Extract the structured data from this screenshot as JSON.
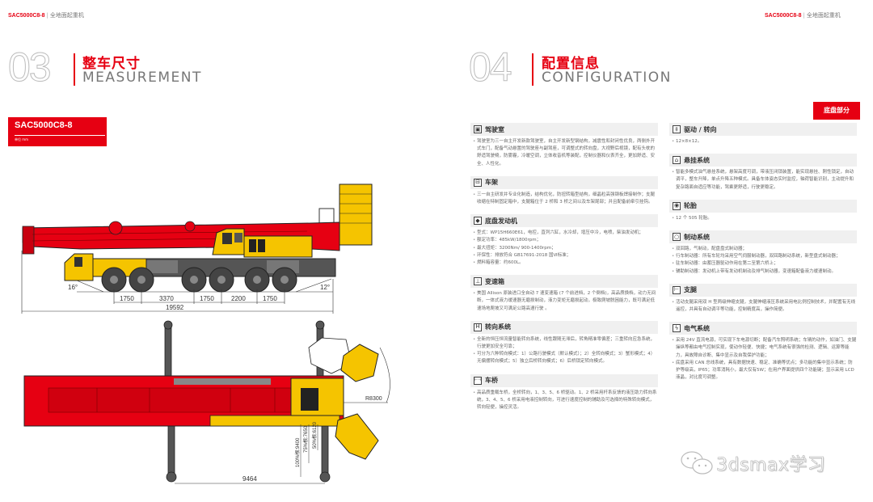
{
  "left_page": {
    "running_header": {
      "model": "SAC5000C8-8",
      "separator": "|",
      "subtitle": "全地面起重机"
    },
    "section": {
      "number": "03",
      "title_cn": "整车尺寸",
      "title_en": "MEASUREMENT"
    },
    "model_box": {
      "name": "SAC5000C8-8",
      "unit": "单位 mm"
    },
    "side_view": {
      "angles": {
        "front": "16°",
        "rear": "12°"
      },
      "axle_spacings": [
        "1750",
        "3370",
        "1750",
        "2200",
        "1750"
      ],
      "overall_length": "19592"
    },
    "top_view": {
      "outrigger_span": "9464",
      "tail_radius": "R8300",
      "outrigger_widths": [
        "100%根:9400",
        "75%根:7650",
        "50%根:6120"
      ]
    }
  },
  "right_page": {
    "running_header": {
      "model": "SAC5000C8-8",
      "separator": "|",
      "subtitle": "全地面起重机"
    },
    "section": {
      "number": "04",
      "title_cn": "配置信息",
      "title_en": "CONFIGURATION"
    },
    "category_tag": "底盘部分",
    "columns": [
      [
        {
          "icon": "cab-icon",
          "glyph": "▣",
          "title": "驾驶室",
          "bullets": [
            "驾驶室为三一自主开发新款驾驶室，自主开发新型钢结构，减震性和封闭性优良，两侧外开式车门，配备气动悬置的驾驶座与副驾座，可调整式的转向盘，大视野后视镜，配有头枕的舒适驾驶椅，防雾霾，冷暖空调，立体收音机等装配，控制仪器和仪表齐全，更加舒适、安全、人性化。"
          ]
        },
        {
          "icon": "frame-icon",
          "glyph": "⊟",
          "title": "车架",
          "bullets": [
            "三一自主研发并专业化制造，结构优化，防扭转箱型结构，细晶粒高强钢板焊接制作；支腿收缩在特制固定箱中，支腿箱位于 2 桥和 3 桥之间以及车架尾部；并且配备前牵引挂钩。"
          ]
        },
        {
          "icon": "engine-icon",
          "glyph": "◆",
          "title": "底盘发动机",
          "bullets": [
            "型式：WP15H660E61，电控，直列六缸，水冷却，增压中冷，电喷，柴油发动机；",
            "额定功率：485kW/1800rpm；",
            "最大扭矩：3200Nm/ 900-1400rpm；",
            "环保性：排放符合 GB17691-2018 国Ⅵ标准；",
            "燃料箱容量：约600L。"
          ]
        },
        {
          "icon": "gearbox-icon",
          "glyph": "⊥",
          "title": "变速箱",
          "bullets": [
            "美国 Allison 原装进口全自动 7 速变速箱 (7 个前进档，2 个倒档)，高品质换档，动力无间断，一体式液力缓速器无磨损制动，液力变矩无磨损起动，极致爬坡脱困能力，既可满足低速场地爬坡又可满足公路高速行驶 。"
          ]
        },
        {
          "icon": "steering-icon",
          "glyph": "H",
          "title": "转向系统",
          "bullets": [
            "全新的恒压恒流量智能转向系统，线性跟随无滞后，转角精准零偏差；三重转向应急系统，行驶更加安全可靠；",
            "可分为六种转向模式：1）公路行驶模式（默认模式）；2）全转向模式；3）蟹形模式；4）无偏摆转向模式；5）独立后桥转向模式；6）后桥锁定转向模式。"
          ]
        },
        {
          "icon": "axle-icon",
          "glyph": "⊢⊣",
          "title": "车桥",
          "bullets": [
            "高品质重载车桥，全桥转向，1、3、5、6 桥驱动。1、2 桥采用杆系反馈的液压助力转向系统，3、4、5、6 桥采用电液控制转向，可进行速度控制的辅助及可选择的特殊转向模式，转向轻便，操控灵活。"
          ]
        }
      ],
      [
        {
          "icon": "drive-icon",
          "glyph": "‡",
          "title": "驱动 / 转向",
          "bullets": [
            "12×8×12。"
          ]
        },
        {
          "icon": "suspension-icon",
          "glyph": "⌂",
          "title": "悬挂系统",
          "bullets": [
            "智能多模式油气悬挂系统，悬架高度可调，带液压闭锁装置，能实现悬挂、刚性锁定，自动调平，整车升降，单点升降五种模式。具备车体姿态实时监控，轴荷智能识别，主动提升和复杂路面自适应等功能，驾乘更舒适，行驶更稳定。"
          ]
        },
        {
          "icon": "tire-icon",
          "glyph": "◉",
          "title": "轮胎",
          "bullets": [
            "12 个 505 轮胎。"
          ]
        },
        {
          "icon": "brake-icon",
          "glyph": "○",
          "title": "制动系统",
          "bullets": [
            "双回路，气制动，配盘盘式制动器；",
            "行车制动器：所有车轮均采用空气伺服制动器，双回路制动系统，新型盘式制动器；",
            "驻车制动器：由蓄压器驱动作用在第二至第六桥上；",
            "辅助制动器：发动机上带有发动机制动及排气制动器，变速箱配备液力缓速制动。"
          ]
        },
        {
          "icon": "outrigger-icon",
          "glyph": "⊢",
          "title": "支腿",
          "bullets": [
            "活动支腿采用双 H 型两级伸缩支腿，支腿伸缩液压系统采用电比例控制技术，并配置有无线遥控，并具有自动调平等功能，控制精度高，操作简便。"
          ]
        },
        {
          "icon": "electrical-icon",
          "glyph": "ϟ",
          "title": "电气系统",
          "bullets": [
            "采用 24V 直流电源，可实现下车电源切断；配备汽车照明系统；车辆的动作，如油门、支腿操纵等都由电气控制实现，使动作轻便、快捷；电气系统有很强的检测、逻辑、运算等能力，具故障自诊断、集中显示及自我保护功能；",
            "底盘采用 CAN 总线系统，具有数据快速、稳定、准确等优点；多功能的集中显示系统；防护等级高，IP65；功率消耗小，最大仅有5W；在用户界面提供四个功能键；显示采用 LCD 液晶，对比度可调整。"
          ]
        }
      ]
    ],
    "watermark": {
      "icon": "wechat-icon",
      "text": "3dsmax学习"
    }
  }
}
